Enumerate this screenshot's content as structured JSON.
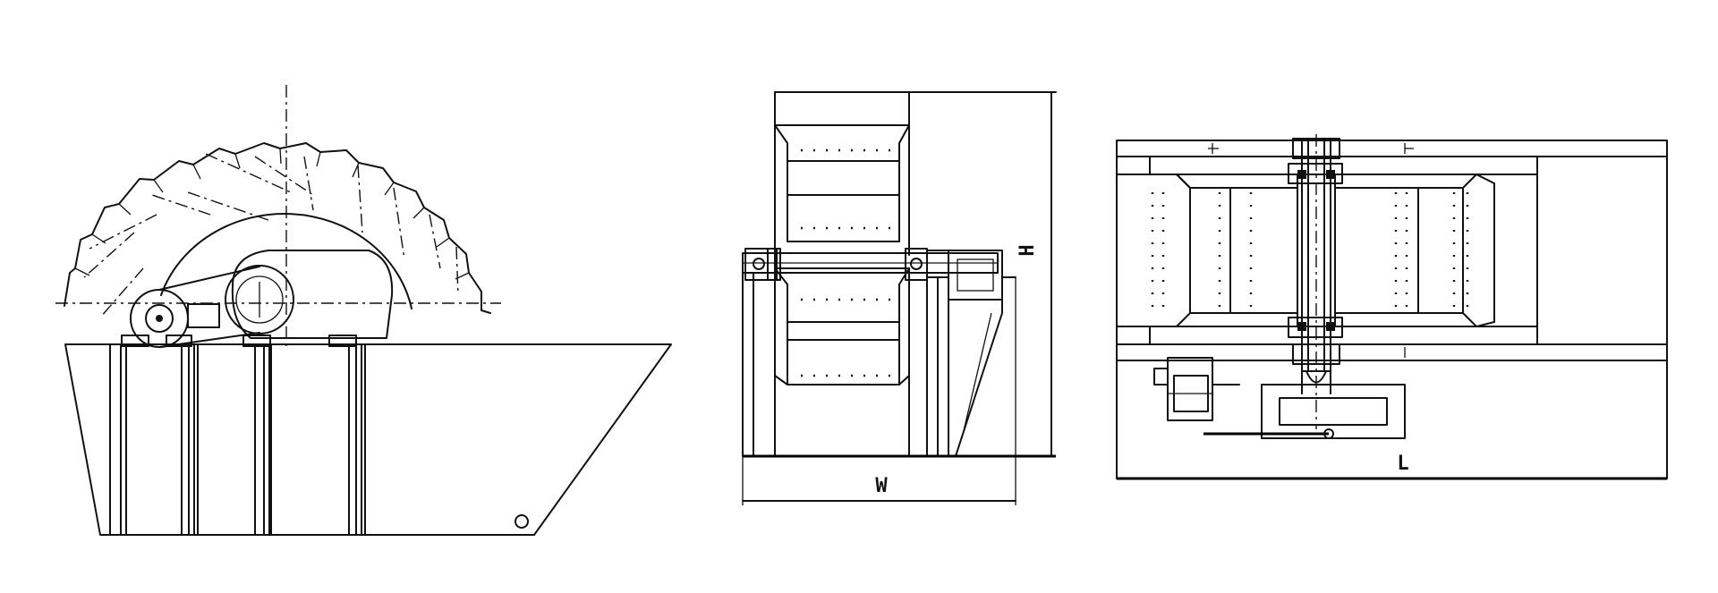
{
  "diagram": {
    "views": [
      {
        "name": "side-view"
      },
      {
        "name": "front-view"
      },
      {
        "name": "top-view"
      }
    ],
    "dimensions": {
      "width_label": "W",
      "height_label": "H",
      "length_label": "L"
    },
    "colors": {
      "line": "#111111",
      "background": "#ffffff"
    }
  }
}
